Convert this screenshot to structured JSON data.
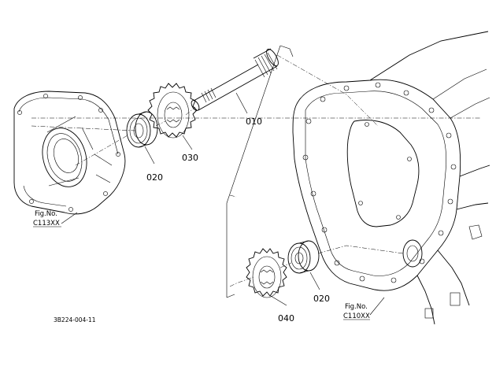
{
  "parts": [
    {
      "id": "p010",
      "label": "010"
    },
    {
      "id": "p020a",
      "label": "020"
    },
    {
      "id": "p030",
      "label": "030"
    },
    {
      "id": "p040",
      "label": "040"
    },
    {
      "id": "p020b",
      "label": "020"
    }
  ],
  "refs": {
    "left": {
      "line1": "Fig.No.",
      "line2": "C113XX"
    },
    "right": {
      "line1": "Fig.No.",
      "line2": "C110XX"
    }
  },
  "drawing_code": "3B224-004-11"
}
